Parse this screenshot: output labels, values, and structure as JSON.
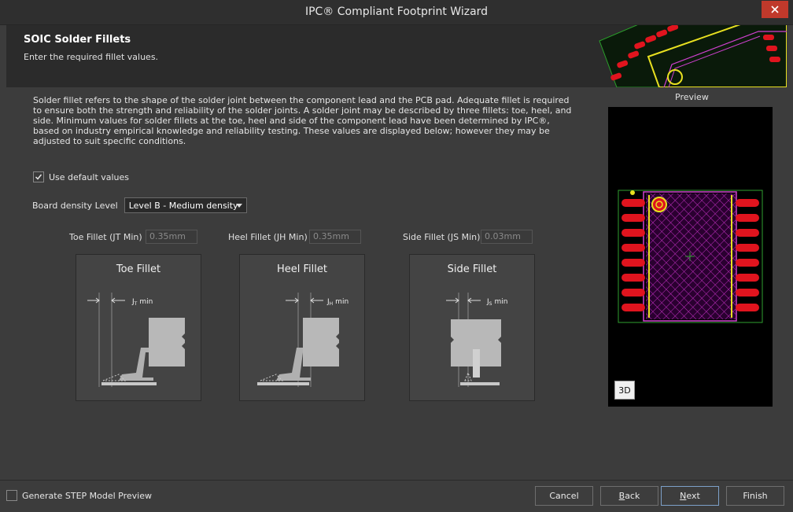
{
  "window": {
    "title": "IPC® Compliant Footprint Wizard"
  },
  "header": {
    "title": "SOIC Solder Fillets",
    "subtitle": "Enter the required fillet values."
  },
  "description": "Solder fillet refers to the shape of the solder joint between the component lead and the PCB pad. Adequate fillet is required to ensure both the strength and reliability of the solder joints. A solder joint may be described by three fillets: toe, heel, and side. Minimum values for solder fillets at the toe, heel and side of the component lead have been determined by IPC®, based on industry empirical knowledge and reliability testing. These values are displayed below; however they may be adjusted to suit specific conditions.",
  "use_default": {
    "label": "Use default values",
    "checked": true
  },
  "density": {
    "label": "Board density Level",
    "value": "Level B - Medium density"
  },
  "fillets": {
    "toe": {
      "label": "Toe Fillet (JT Min)",
      "value": "0.35mm",
      "title": "Toe Fillet",
      "dim_label": "J",
      "dim_sub": "T",
      "dim_suffix": "min"
    },
    "heel": {
      "label": "Heel Fillet (JH Min)",
      "value": "0.35mm",
      "title": "Heel Fillet",
      "dim_label": "J",
      "dim_sub": "H",
      "dim_suffix": "min"
    },
    "side": {
      "label": "Side Fillet (JS Min)",
      "value": "0.03mm",
      "title": "Side Fillet",
      "dim_label": "J",
      "dim_sub": "S",
      "dim_suffix": "min"
    }
  },
  "preview": {
    "label": "Preview",
    "button_3d": "3D"
  },
  "footer": {
    "step_preview": {
      "label": "Generate STEP Model Preview",
      "checked": false
    },
    "cancel": "Cancel",
    "back_first": "B",
    "back_rest": "ack",
    "next_first": "N",
    "next_rest": "ext",
    "finish": "Finish"
  },
  "colors": {
    "pad": "#e0141e",
    "body_outline": "#d040d0",
    "courtyard": "#2fa02f",
    "silk": "#e8e020",
    "accent": "#7da0c8"
  }
}
